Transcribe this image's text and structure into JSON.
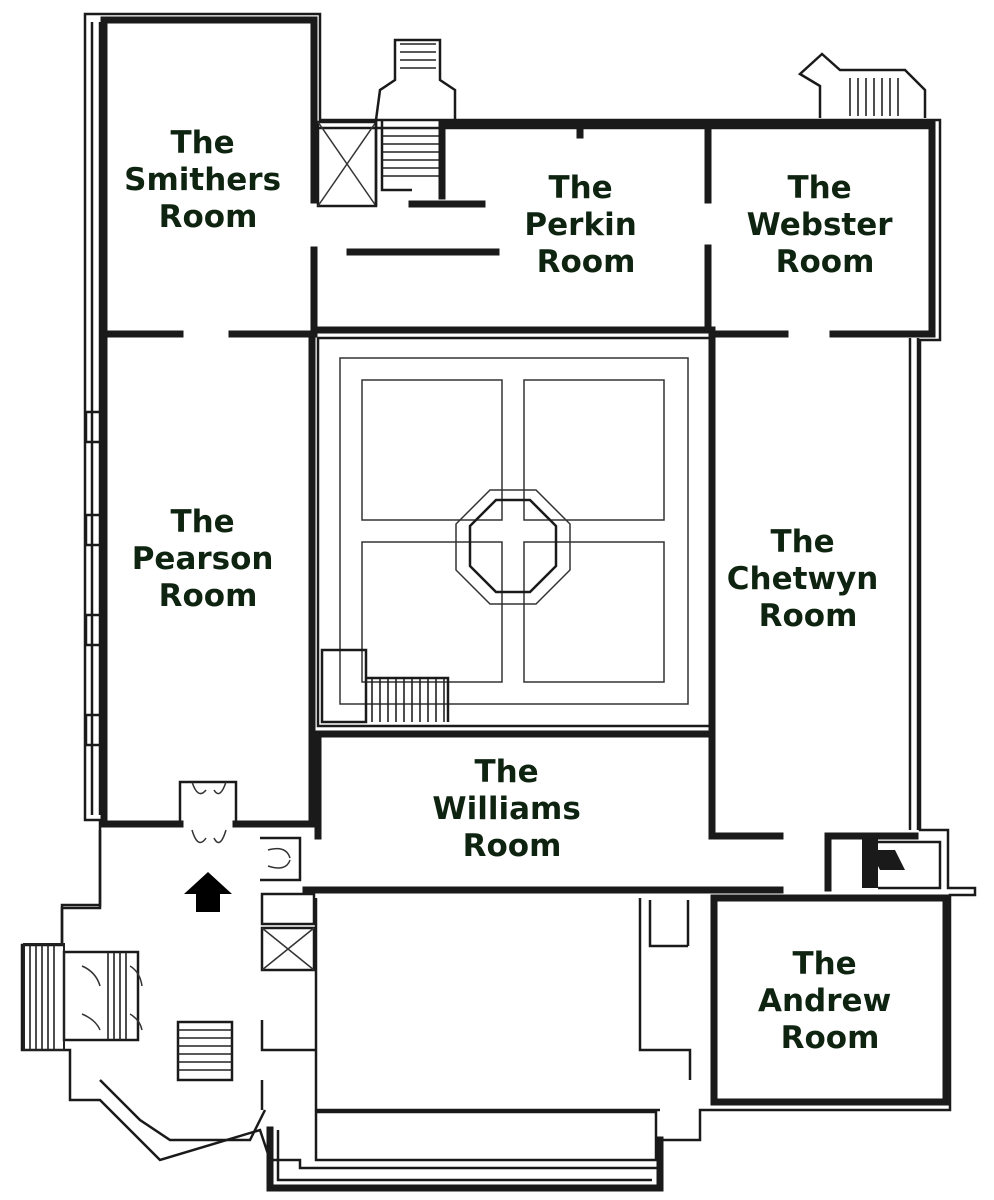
{
  "rooms": {
    "smithers": [
      "The",
      "Smithers",
      "Room"
    ],
    "perkin": [
      "The",
      "Perkin",
      "Room"
    ],
    "webster": [
      "The",
      "Webster",
      "Room"
    ],
    "pearson": [
      "The",
      "Pearson",
      "Room"
    ],
    "chetwyn": [
      "The",
      "Chetwyn",
      "Room"
    ],
    "williams": [
      "The",
      "Williams",
      "Room"
    ],
    "andrew": [
      "The",
      "Andrew",
      "Room"
    ]
  },
  "entrance_marker": "up-arrow-icon"
}
